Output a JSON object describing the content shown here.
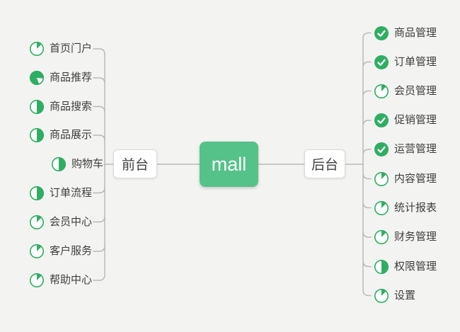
{
  "root": {
    "label": "mall"
  },
  "branches": [
    {
      "label": "前台",
      "side": "left",
      "items": [
        {
          "label": "首页门户",
          "icon": "progress-12"
        },
        {
          "label": "商品推荐",
          "icon": "progress-87"
        },
        {
          "label": "商品搜索",
          "icon": "progress-50"
        },
        {
          "label": "商品展示",
          "icon": "progress-50"
        },
        {
          "label": "购物车",
          "icon": "progress-50"
        },
        {
          "label": "订单流程",
          "icon": "progress-50"
        },
        {
          "label": "会员中心",
          "icon": "progress-12"
        },
        {
          "label": "客户服务",
          "icon": "progress-12"
        },
        {
          "label": "帮助中心",
          "icon": "progress-12"
        }
      ]
    },
    {
      "label": "后台",
      "side": "right",
      "items": [
        {
          "label": "商品管理",
          "icon": "check"
        },
        {
          "label": "订单管理",
          "icon": "check"
        },
        {
          "label": "会员管理",
          "icon": "progress-12"
        },
        {
          "label": "促销管理",
          "icon": "check"
        },
        {
          "label": "运营管理",
          "icon": "check"
        },
        {
          "label": "内容管理",
          "icon": "progress-12"
        },
        {
          "label": "统计报表",
          "icon": "progress-12"
        },
        {
          "label": "财务管理",
          "icon": "progress-12"
        },
        {
          "label": "权限管理",
          "icon": "progress-50"
        },
        {
          "label": "设置",
          "icon": "progress-12"
        }
      ]
    }
  ],
  "colors": {
    "background": "#f3f3f1",
    "icon_green": "#2fae63",
    "root_green": "#55c289",
    "line": "#b9b9b9",
    "text": "#3e3e3e"
  }
}
